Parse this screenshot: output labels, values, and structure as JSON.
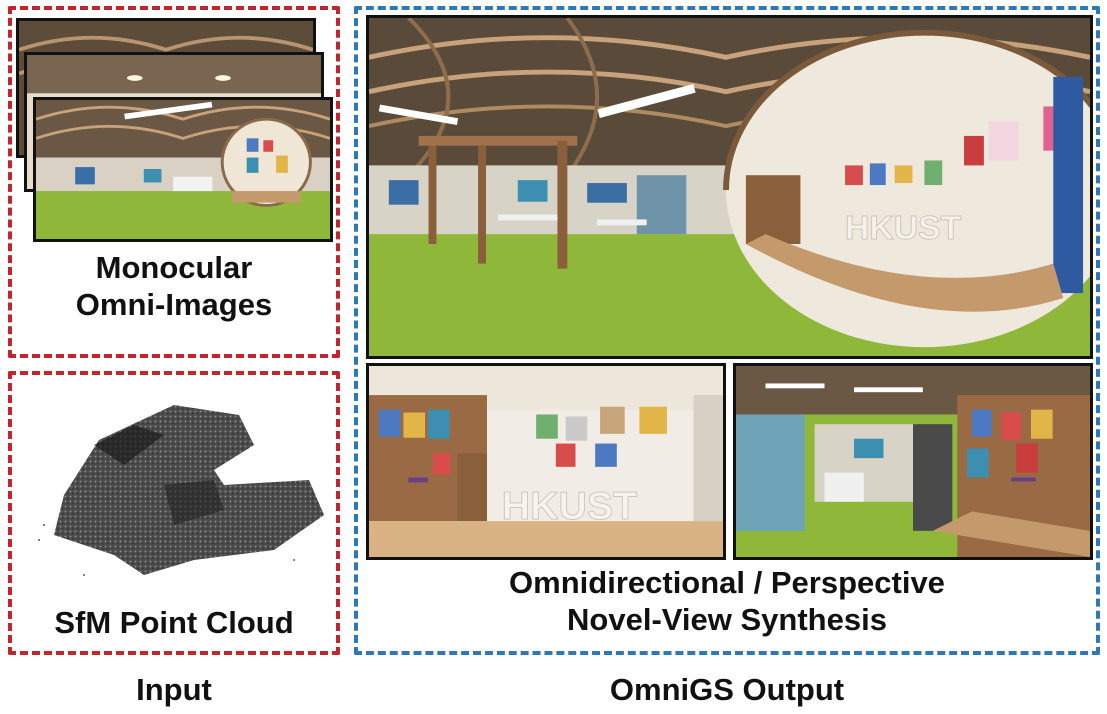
{
  "input_panel": {
    "omni_label_line1": "Monocular",
    "omni_label_line2": "Omni-Images",
    "pointcloud_label": "SfM Point Cloud",
    "caption": "Input"
  },
  "output_panel": {
    "label_line1": "Omnidirectional / Perspective",
    "label_line2": "Novel-View Synthesis",
    "caption": "OmniGS Output"
  },
  "scene_sign_text": "HKUST",
  "colors": {
    "input_border": "#c0262d",
    "output_border": "#2e78b5",
    "carpet": "#8fb83a",
    "wood": "#a0714a",
    "ceiling": "#5a4a3a"
  }
}
